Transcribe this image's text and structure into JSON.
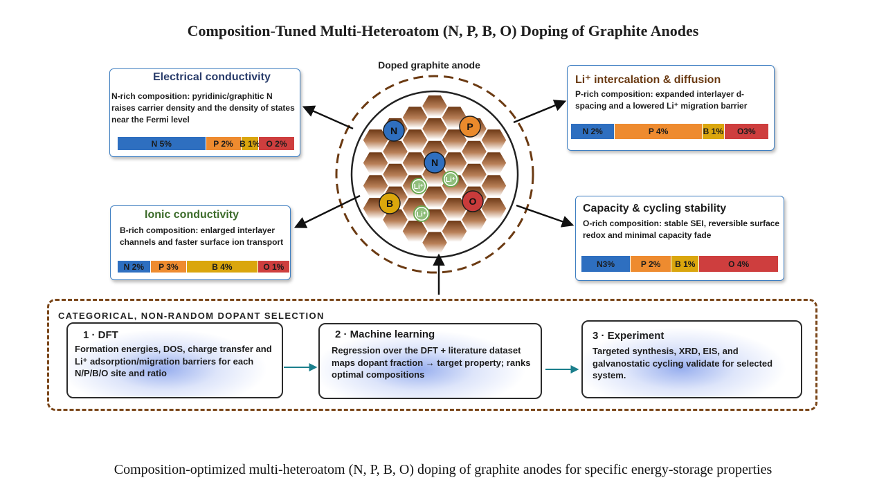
{
  "title": "Composition-Tuned Multi-Heteroatom (N, P, B, O) Doping of Graphite Anodes",
  "center_label": "Doped graphite anode",
  "atoms": {
    "n": "N",
    "p": "P",
    "b": "B",
    "o": "O",
    "li": "Li⁺"
  },
  "atom_colors": {
    "N": "#2f6fbf",
    "P": "#ea8a2c",
    "B": "#dba70c",
    "O": "#c93b3b",
    "Li": "#6aa84f"
  },
  "panels": {
    "electrical": {
      "title": "Electrical conductivity",
      "title_color": "#2a3d6b",
      "desc": "N-rich composition: pyridinic/graphitic N raises carrier density and the density of states near the Fermi level",
      "bar": [
        {
          "label": "N 5%",
          "value": 5,
          "color": "#2e6fc0"
        },
        {
          "label": "P 2%",
          "value": 2,
          "color": "#ee8b2f"
        },
        {
          "label": "B 1%",
          "value": 1,
          "color": "#daa60d"
        },
        {
          "label": "O 2%",
          "value": 2,
          "color": "#ce3e3e"
        }
      ]
    },
    "intercalation": {
      "title": "Li⁺ intercalation & diffusion",
      "title_color": "#6a3a12",
      "desc": "P-rich composition: expanded interlayer d-spacing and a lowered Li⁺ migration barrier",
      "bar": [
        {
          "label": "N 2%",
          "value": 2,
          "color": "#2e6fc0"
        },
        {
          "label": "P 4%",
          "value": 4,
          "color": "#ee8b2f"
        },
        {
          "label": "B 1%",
          "value": 1,
          "color": "#daa60d"
        },
        {
          "label": "O3%",
          "value": 2,
          "color": "#ce3e3e"
        }
      ]
    },
    "ionic": {
      "title": "Ionic conductivity",
      "title_color": "#3c6b2a",
      "desc": "B-rich composition: enlarged interlayer channels and faster surface ion transport",
      "bar": [
        {
          "label": "N 2%",
          "value": 2,
          "color": "#2e6fc0"
        },
        {
          "label": "P 3%",
          "value": 2.2,
          "color": "#ee8b2f"
        },
        {
          "label": "B 4%",
          "value": 4.3,
          "color": "#daa60d"
        },
        {
          "label": "O 1%",
          "value": 1.9,
          "color": "#ce3e3e"
        }
      ]
    },
    "capacity": {
      "title": "Capacity & cycling stability",
      "title_color": "#1f1f1f",
      "desc": "O-rich composition: stable SEI, reversible surface redox and minimal capacity fade",
      "bar": [
        {
          "label": "N3%",
          "value": 3,
          "color": "#2e6fc0"
        },
        {
          "label": "P 2%",
          "value": 2.5,
          "color": "#ee8b2f"
        },
        {
          "label": "B 1%",
          "value": 1.7,
          "color": "#daa60d"
        },
        {
          "label": "O 4%",
          "value": 4.8,
          "color": "#ce3e3e"
        }
      ]
    }
  },
  "selection": {
    "title": "CATEGORICAL, NON-RANDOM DOPANT SELECTION",
    "steps": [
      {
        "title": "1 · DFT",
        "desc": "Formation energies, DOS, charge transfer and Li⁺ adsorption/migration barriers for each N/P/B/O site and ratio"
      },
      {
        "title": "2 · Machine learning",
        "desc": "Regression over the DFT + literature dataset maps dopant fraction → target property; ranks optimal compositions"
      },
      {
        "title": "3 · Experiment",
        "desc": "Targeted synthesis, XRD, EIS,  and galvanostatic cycling validate  for selected system."
      }
    ]
  },
  "caption": "Composition-optimized multi-heteroatom (N, P, B, O) doping of graphite anodes for specific energy-storage properties"
}
